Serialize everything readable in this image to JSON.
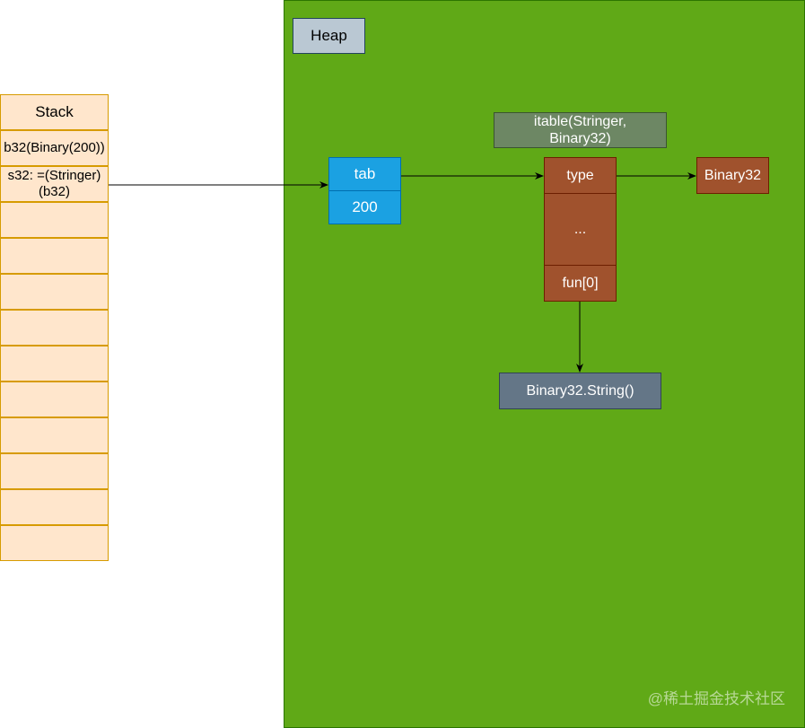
{
  "stack": {
    "title": "Stack",
    "rows": [
      "b32(Binary(200))",
      "s32: =(Stringer)\n(b32)",
      "",
      "",
      "",
      "",
      "",
      "",
      "",
      "",
      "",
      ""
    ]
  },
  "heap": {
    "label": "Heap"
  },
  "iface": {
    "tab_label": "tab",
    "data_label": "200"
  },
  "itable": {
    "title": "itable(Stringer,\nBinary32)",
    "type_label": "type",
    "ellipsis": "...",
    "fun_label": "fun[0]"
  },
  "type_box": {
    "label": "Binary32"
  },
  "func_box": {
    "label": "Binary32.String()"
  },
  "watermark": "@稀土掘金技术社区"
}
